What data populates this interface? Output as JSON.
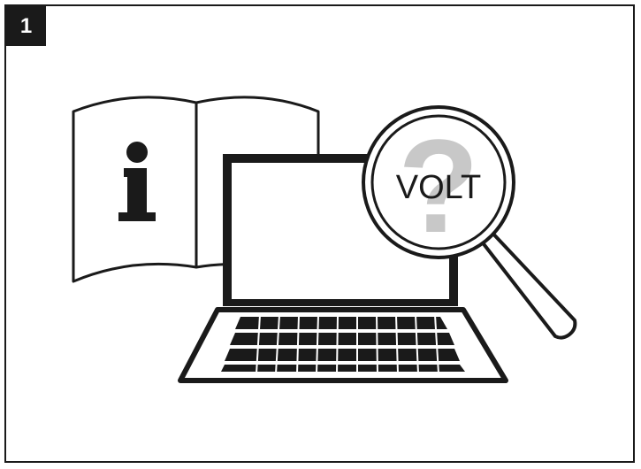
{
  "step": {
    "number": "1"
  },
  "magnifier": {
    "label": "VOLT",
    "question_mark": "?"
  },
  "info_glyph": "i",
  "colors": {
    "ink": "#1a1a1a",
    "question_gray": "#c8c8c8",
    "background": "#ffffff"
  }
}
